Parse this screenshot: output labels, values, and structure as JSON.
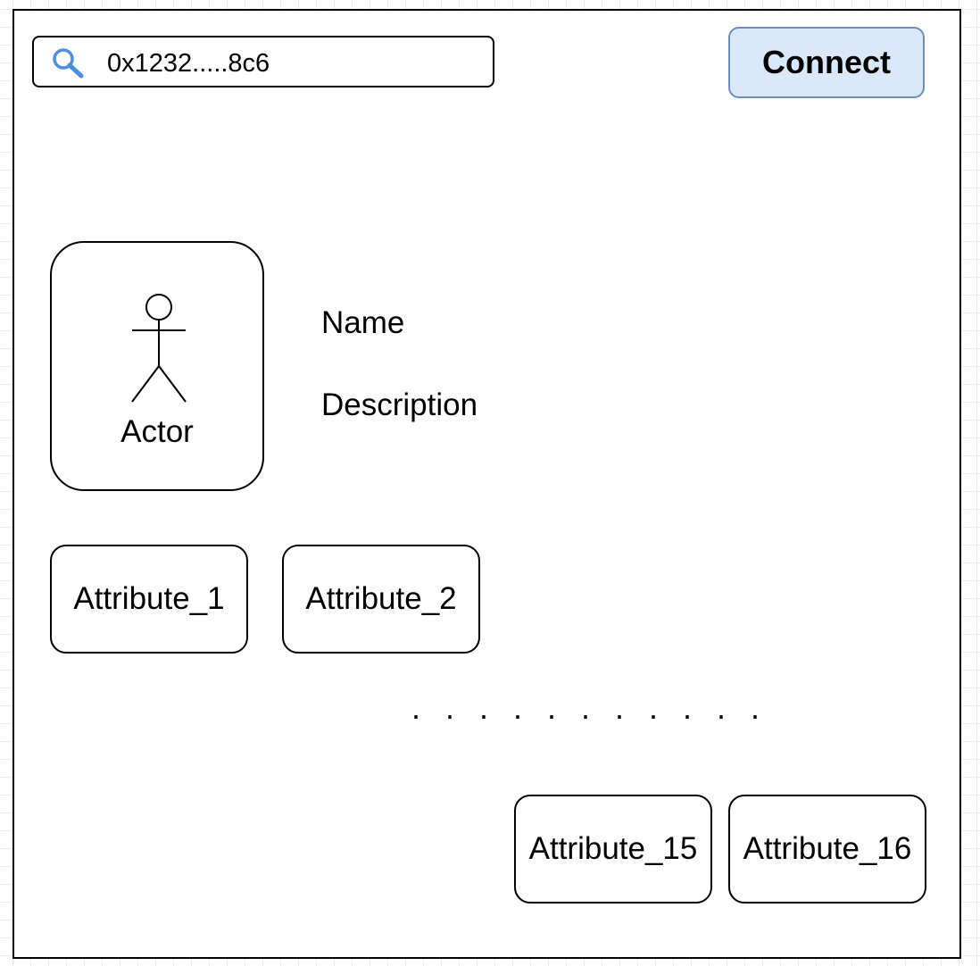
{
  "search": {
    "value": "0x1232.....8c6",
    "icon": "search-icon"
  },
  "connect_button": {
    "label": "Connect",
    "color": "#dae8fc",
    "border_color": "#6c8ebf"
  },
  "profile": {
    "avatar_label": "Actor",
    "name_label": "Name",
    "description_label": "Description"
  },
  "attributes": [
    {
      "label": "Attribute_1"
    },
    {
      "label": "Attribute_2"
    },
    {
      "label": "Attribute_15"
    },
    {
      "label": "Attribute_16"
    }
  ],
  "ellipsis": ". . . . . . . . . . ."
}
